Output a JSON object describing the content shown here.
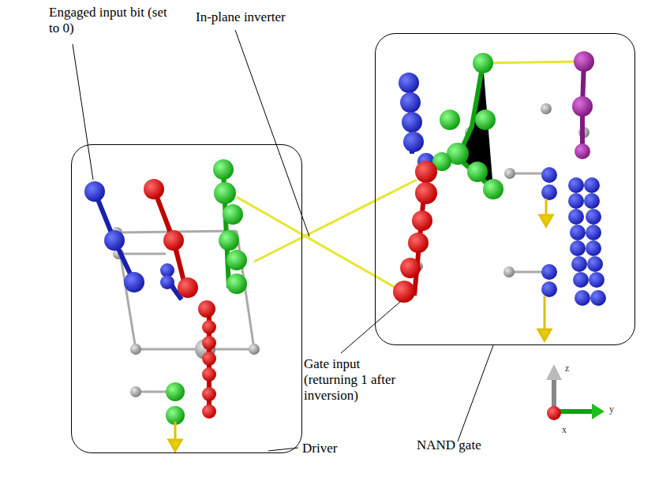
{
  "diagram": {
    "nodes": [
      {
        "text": [
          "Driver"
        ]
      },
      {
        "text": [
          "NAND gate"
        ]
      }
    ],
    "labels": [
      "Engaged input bit (set to 0)",
      "In-plane inverter",
      "Gate input (returning 1 after inversion)",
      "z",
      "y",
      "x"
    ]
  }
}
